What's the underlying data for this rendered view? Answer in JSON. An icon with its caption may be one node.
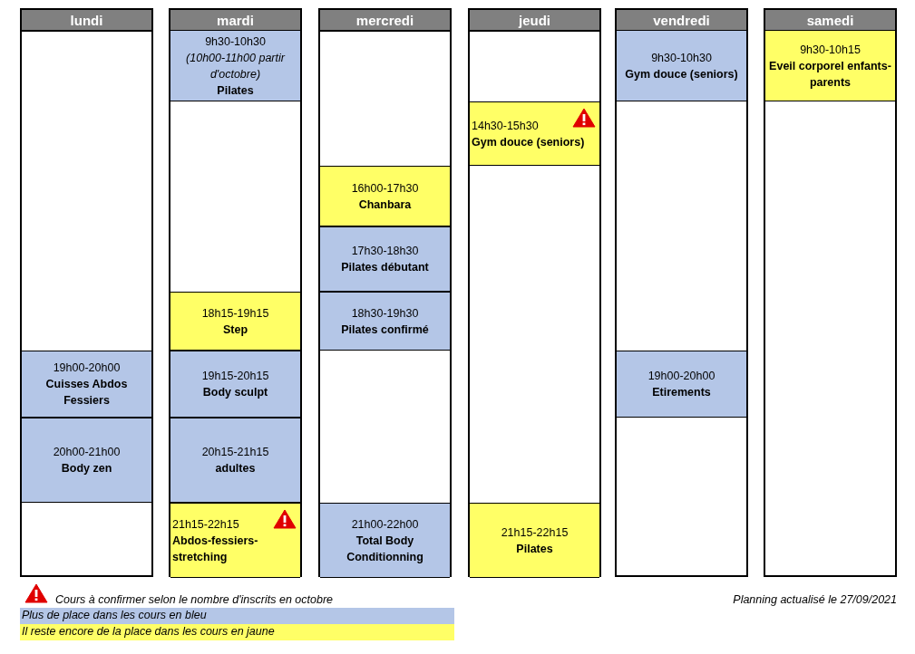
{
  "diagram": {
    "nodes": [
      {
        "text": [
          "lundi"
        ]
      },
      {
        "text": [
          "19h00-20h00",
          "Cuisses Abdos Fessiers"
        ],
        "in": 0
      },
      {
        "text": [
          "20h00-21h00",
          "Body zen"
        ],
        "in": 0
      },
      {
        "text": [
          "mardi"
        ]
      },
      {
        "text": [
          "9h30-10h30",
          "(10h00-11h00 partir d'octobre)",
          "Pilates"
        ],
        "in": 3
      },
      {
        "text": [
          "18h15-19h15",
          "Step"
        ],
        "in": 3
      },
      {
        "text": [
          "19h15-20h15",
          "Body sculpt"
        ],
        "in": 3
      },
      {
        "text": [
          "20h15-21h15",
          "adultes"
        ],
        "in": 3
      },
      {
        "text": [
          "21h15-22h15",
          "Abdos-fessiers-stretching"
        ],
        "in": 3
      },
      {
        "text": [
          "mercredi"
        ]
      },
      {
        "text": [
          "16h00-17h30",
          "Chanbara"
        ],
        "in": 9
      },
      {
        "text": [
          "17h30-18h30",
          "Pilates débutant"
        ],
        "in": 9
      },
      {
        "text": [
          "18h30-19h30",
          "Pilates confirmé"
        ],
        "in": 9
      },
      {
        "text": [
          "21h00-22h00",
          "Total Body Conditionning"
        ],
        "in": 9
      },
      {
        "text": [
          "jeudi"
        ]
      },
      {
        "text": [
          "14h30-15h30",
          "Gym douce (seniors)"
        ],
        "in": 14
      },
      {
        "text": [
          "21h15-22h15",
          "Pilates"
        ],
        "in": 14
      },
      {
        "text": [
          "vendredi"
        ]
      },
      {
        "text": [
          "9h30-10h30",
          "Gym douce (seniors)"
        ],
        "in": 17
      },
      {
        "text": [
          "19h00-20h00",
          "Etirements"
        ],
        "in": 17
      },
      {
        "text": [
          "samedi"
        ]
      },
      {
        "text": [
          "9h30-10h15",
          "Eveil corporel enfants-parents"
        ],
        "in": 20
      }
    ],
    "edges": [],
    "labels": [
      "Planning actualisé le 27/09/2021"
    ],
    "legend": [
      {
        "text": "Cours à confirmer selon le nombre d'inscrits en octobre"
      },
      {
        "text": "Plus de place dans les cours en bleu",
        "color": "#b4c6e7"
      },
      {
        "text": "Il reste encore de la place dans les cours en jaune",
        "color": "#ffff66"
      }
    ]
  }
}
